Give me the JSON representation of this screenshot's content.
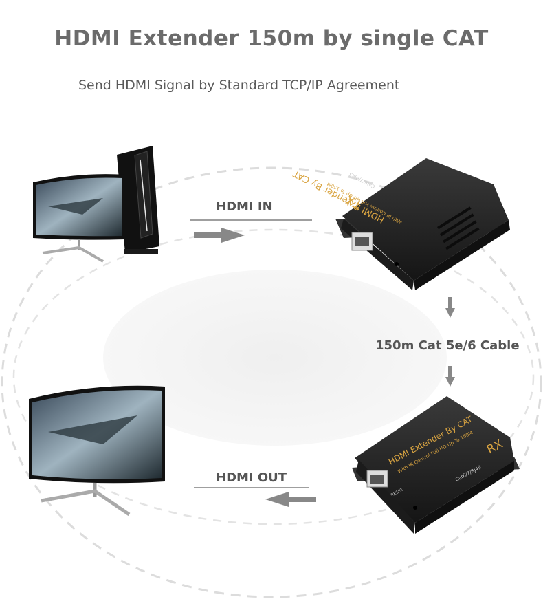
{
  "title": "HDMI Extender 150m by single CAT",
  "subtitle": "Send HDMI Signal by Standard TCP/IP Agreement",
  "labels": {
    "hdmi_in": "HDMI IN",
    "cable": "150m Cat 5e/6 Cable",
    "hdmi_out": "HDMI OUT"
  },
  "tx_device": {
    "model": "HDMI Extender By CAT",
    "sub": "With IR Control Full HD Up To 150M",
    "tag": "TX",
    "port": "Cat6/7/RJ45"
  },
  "rx_device": {
    "model": "HDMI Extender By CAT",
    "sub": "With IR Control Full HD Up To 150M",
    "tag": "RX",
    "port": "Cat6/7/RJ45",
    "reset": "RESET"
  },
  "colors": {
    "title": "#6b6b6b",
    "arrow": "#888888",
    "device": "#2a2a2a",
    "accent": "#d9a441"
  }
}
